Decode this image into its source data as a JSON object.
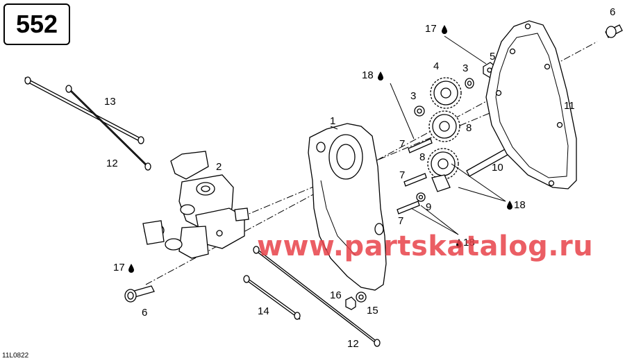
{
  "page_number": "552",
  "ref_code": "11L0822",
  "watermark": "www.partskatalog.ru",
  "callouts": {
    "c1": "1",
    "c2": "2",
    "c3a": "3",
    "c3b": "3",
    "c4": "4",
    "c5": "5",
    "c6a": "6",
    "c6b": "6",
    "c7a": "7",
    "c7b": "7",
    "c7c": "7",
    "c8a": "8",
    "c8b": "8",
    "c9": "9",
    "c10": "10",
    "c11": "11",
    "c12a": "12",
    "c12b": "12",
    "c13": "13",
    "c14": "14",
    "c15": "15",
    "c16": "16",
    "c17a": "17",
    "c17b": "17",
    "c18a": "18",
    "c18b": "18",
    "c18c": "18"
  },
  "colors": {
    "line": "#000000",
    "watermark": "#e8434a"
  }
}
